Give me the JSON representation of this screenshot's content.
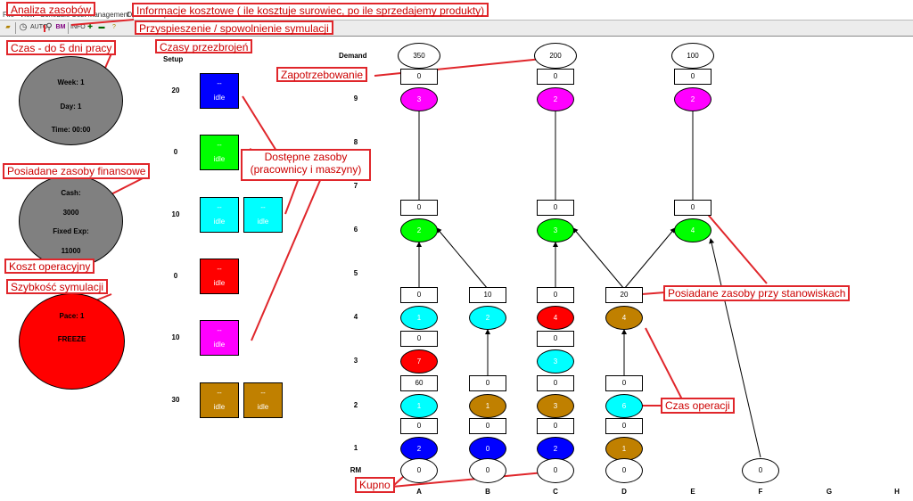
{
  "menu": [
    "File",
    "View",
    "Schedule",
    "Cost Management",
    "Options",
    "Help"
  ],
  "toolbar": {
    "auto_label": "AUTO",
    "bm_label": "BM",
    "info_label": "INFO"
  },
  "annotations": {
    "resource_analysis": "Analiza zasobów",
    "cost_info": "Informacje kosztowe ( ile kosztuje surowiec, po ile sprzedajemy produkty)",
    "speed": "Przyspieszenie / spowolnienie symulacji",
    "time": "Czas - do 5 dni pracy",
    "setup_times": "Czasy przezbrojeń",
    "demand": "Zapotrzebowanie",
    "available": "Dostępne zasoby (pracownicy i maszyny)",
    "finance": "Posiadane zasoby finansowe",
    "operating_cost": "Koszt operacyjny",
    "sim_speed": "Szybkość symulacji",
    "station_res": "Posiadane zasoby przy stanowiskach",
    "op_time": "Czas operacji",
    "purchase": "Kupno"
  },
  "clock": {
    "week": "Week: 1",
    "day": "Day: 1",
    "time": "Time: 00:00"
  },
  "finance": {
    "cash_label": "Cash:",
    "cash": "3000",
    "fixed_label": "Fixed Exp:",
    "fixed": "11000"
  },
  "pace": {
    "pace": "Pace: 1",
    "state": "FREEZE"
  },
  "setup_header": "Setup",
  "resources": [
    {
      "setup": "20",
      "color": "#0000ff",
      "boxes": [
        {
          "dash": "--",
          "state": "idle"
        }
      ]
    },
    {
      "setup": "0",
      "color": "#00ff00",
      "boxes": [
        {
          "dash": "--",
          "state": "idle"
        }
      ]
    },
    {
      "setup": "10",
      "color": "#00ffff",
      "boxes": [
        {
          "dash": "--",
          "state": "idle"
        },
        {
          "dash": "--",
          "state": "idle"
        }
      ]
    },
    {
      "setup": "0",
      "color": "#ff0000",
      "boxes": [
        {
          "dash": "--",
          "state": "idle"
        }
      ]
    },
    {
      "setup": "10",
      "color": "#ff00ff",
      "boxes": [
        {
          "dash": "--",
          "state": "idle"
        }
      ]
    },
    {
      "setup": "30",
      "color": "#c08000",
      "boxes": [
        {
          "dash": "--",
          "state": "idle"
        },
        {
          "dash": "--",
          "state": "idle"
        }
      ]
    }
  ],
  "grid": {
    "demand_label": "Demand",
    "levels": [
      "9",
      "8",
      "7",
      "6",
      "5",
      "4",
      "3",
      "2",
      "1",
      "RM"
    ],
    "columns": [
      "A",
      "B",
      "C",
      "D",
      "E",
      "F",
      "G",
      "H"
    ],
    "demand": [
      {
        "col": "A",
        "value": "350"
      },
      {
        "col": "C",
        "value": "200"
      },
      {
        "col": "E",
        "value": "100"
      }
    ],
    "stations": [
      {
        "col": "A",
        "level": "9",
        "time": "3",
        "color": "#ff00ff",
        "queue": "0"
      },
      {
        "col": "C",
        "level": "9",
        "time": "2",
        "color": "#ff00ff",
        "queue": "0"
      },
      {
        "col": "E",
        "level": "9",
        "time": "2",
        "color": "#ff00ff",
        "queue": "0"
      },
      {
        "col": "A",
        "level": "6",
        "time": "2",
        "color": "#00ff00",
        "queue": "0"
      },
      {
        "col": "C",
        "level": "6",
        "time": "3",
        "color": "#00ff00",
        "queue": "0"
      },
      {
        "col": "E",
        "level": "6",
        "time": "4",
        "color": "#00ff00",
        "queue": "0"
      },
      {
        "col": "A",
        "level": "4",
        "time": "1",
        "color": "#00ffff",
        "queue": "0"
      },
      {
        "col": "B",
        "level": "4",
        "time": "2",
        "color": "#00ffff",
        "queue": "10"
      },
      {
        "col": "C",
        "level": "4",
        "time": "4",
        "color": "#ff0000",
        "queue": "0"
      },
      {
        "col": "D",
        "level": "4",
        "time": "4",
        "color": "#c08000",
        "queue": "20"
      },
      {
        "col": "A",
        "level": "3",
        "time": "7",
        "color": "#ff0000",
        "queue": "0"
      },
      {
        "col": "C",
        "level": "3",
        "time": "3",
        "color": "#00ffff",
        "queue": "0"
      },
      {
        "col": "A",
        "level": "2",
        "time": "1",
        "color": "#00ffff",
        "queue": "60"
      },
      {
        "col": "B",
        "level": "2",
        "time": "1",
        "color": "#c08000",
        "queue": "0"
      },
      {
        "col": "C",
        "level": "2",
        "time": "3",
        "color": "#c08000",
        "queue": "0"
      },
      {
        "col": "D",
        "level": "2",
        "time": "6",
        "color": "#00ffff",
        "queue": "0"
      },
      {
        "col": "A",
        "level": "1",
        "time": "2",
        "color": "#0000ff",
        "queue": "0"
      },
      {
        "col": "B",
        "level": "1",
        "time": "0",
        "color": "#0000ff",
        "queue": "0"
      },
      {
        "col": "C",
        "level": "1",
        "time": "2",
        "color": "#0000ff",
        "queue": "0"
      },
      {
        "col": "D",
        "level": "1",
        "time": "1",
        "color": "#c08000",
        "queue": "0"
      }
    ],
    "raw": [
      {
        "col": "A",
        "value": "0"
      },
      {
        "col": "B",
        "value": "0"
      },
      {
        "col": "C",
        "value": "0"
      },
      {
        "col": "D",
        "value": "0"
      },
      {
        "col": "F",
        "value": "0"
      }
    ]
  }
}
